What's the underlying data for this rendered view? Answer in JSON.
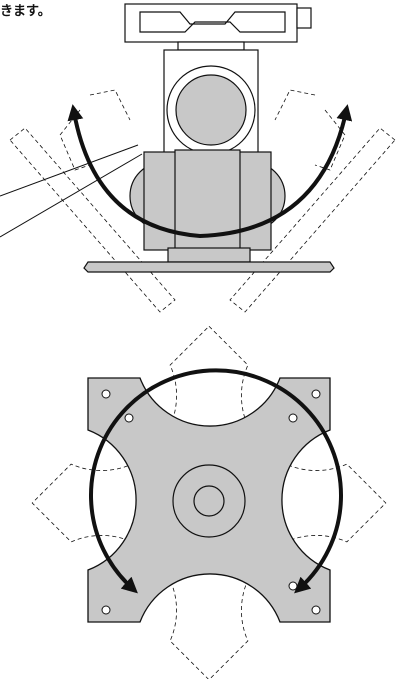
{
  "caption": "きます。",
  "colors": {
    "ink": "#111111",
    "fill": "#c8c8c8",
    "paper": "#ffffff"
  },
  "figures": [
    {
      "name": "tilt-side-view",
      "motion": "rotate-both-directions"
    },
    {
      "name": "swivel-top-view",
      "motion": "rotate-both-directions"
    }
  ]
}
